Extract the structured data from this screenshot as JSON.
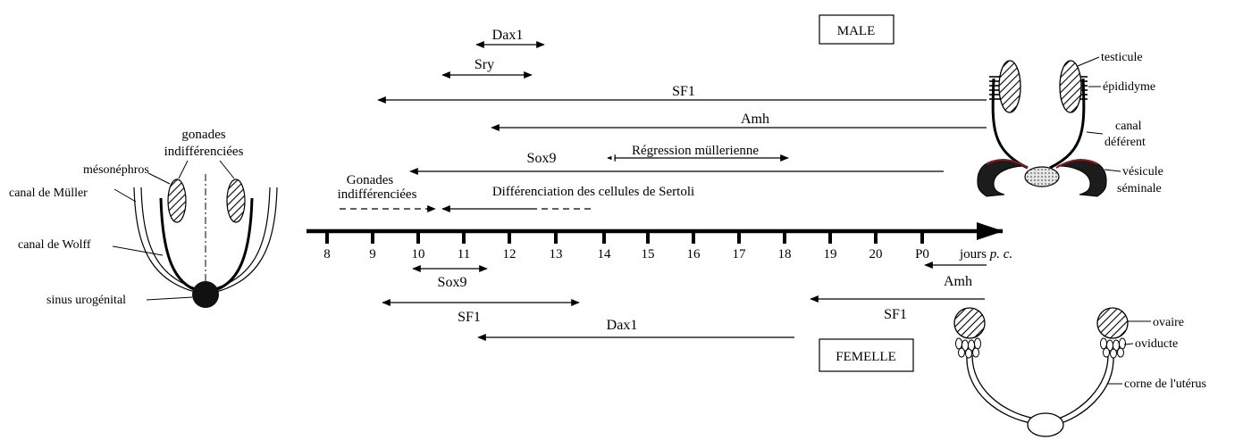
{
  "left_anatomy": {
    "title": [
      "gonades",
      "indifférenciées"
    ],
    "labels": {
      "mesonephros": "mésonéphros",
      "muller": "canal de Müller",
      "wolff": "canal de Wolff",
      "sinus": "sinus urogénital"
    }
  },
  "timeline": {
    "ticks": [
      "8",
      "9",
      "10",
      "11",
      "12",
      "13",
      "14",
      "15",
      "16",
      "17",
      "18",
      "19",
      "20",
      "P0"
    ],
    "unit_label": "jours",
    "unit_suffix": "p. c."
  },
  "male": {
    "box": "MALE",
    "genes": {
      "dax1": "Dax1",
      "sry": "Sry",
      "sf1": "SF1",
      "amh": "Amh",
      "sox9": "Sox9"
    },
    "events": {
      "regression": "Régression müllerienne",
      "gonades": [
        "Gonades",
        "indifférenciées"
      ],
      "sertoli": "Différenciation des cellules de Sertoli"
    },
    "anatomy": {
      "testicule": "testicule",
      "epididyme": "épididyme",
      "canal": [
        "canal",
        "déférent"
      ],
      "vesicule": [
        "vésicule",
        "séminale"
      ]
    }
  },
  "female": {
    "box": "FEMELLE",
    "genes": {
      "sox9": "Sox9",
      "sf1_a": "SF1",
      "dax1": "Dax1",
      "amh": "Amh",
      "sf1_b": "SF1"
    },
    "anatomy": {
      "ovaire": "ovaire",
      "oviducte": "oviducte",
      "uterus": "corne de l'utérus"
    }
  },
  "colors": {
    "ink": "#000000",
    "duct_red": "#8b1a1a",
    "dotted_fill": "#d8d8d8",
    "background": "#ffffff"
  }
}
